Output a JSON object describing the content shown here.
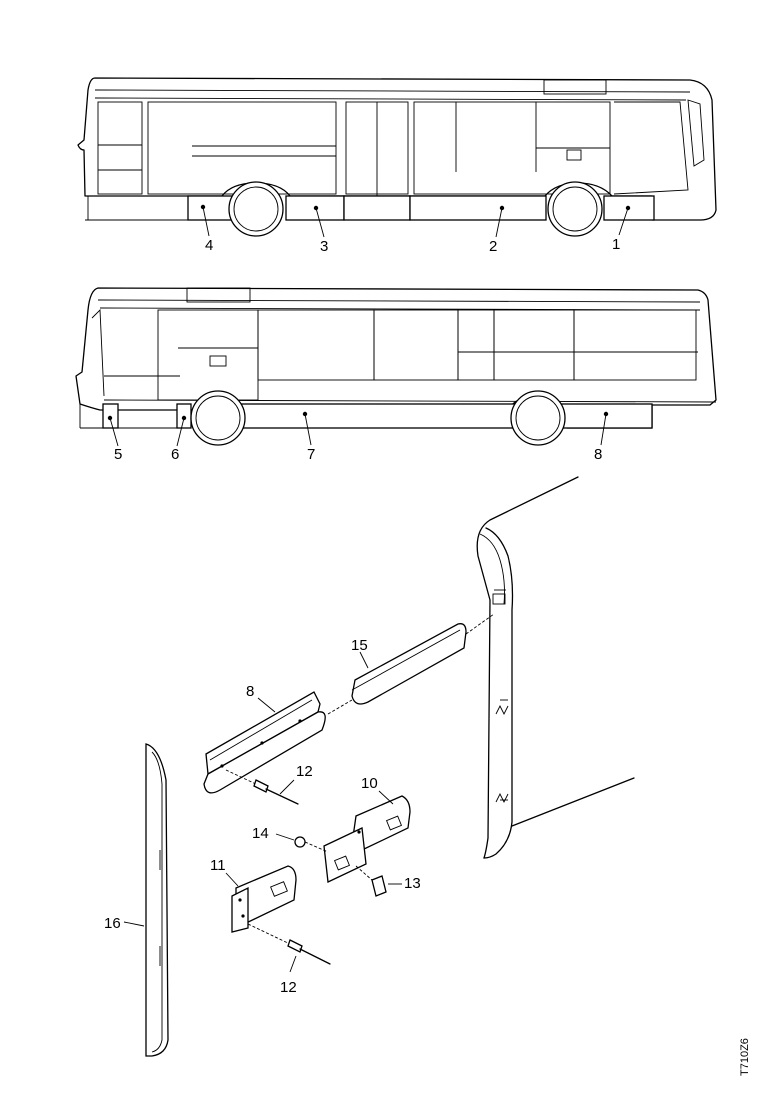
{
  "bus_top": {
    "callouts": [
      "1",
      "2",
      "3",
      "4"
    ]
  },
  "bus_bottom": {
    "callouts": [
      "5",
      "6",
      "7",
      "8"
    ]
  },
  "exploded_view": {
    "callouts": {
      "part_8": "8",
      "part_10": "10",
      "part_11": "11",
      "part_12_upper": "12",
      "part_12_lower": "12",
      "part_13": "13",
      "part_14": "14",
      "part_15": "15",
      "part_16": "16"
    }
  },
  "drawing_code": "T710Z6"
}
